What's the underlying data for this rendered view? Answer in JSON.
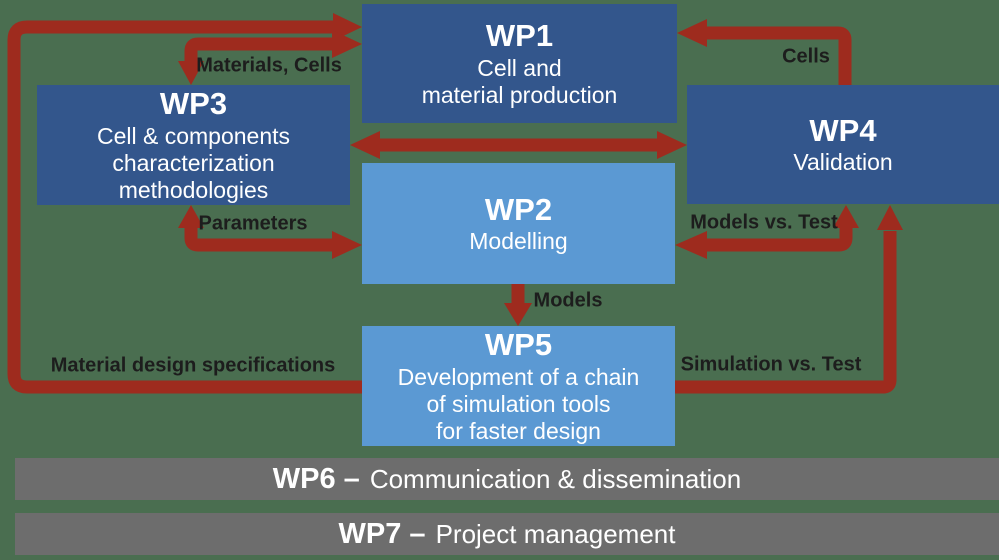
{
  "colors": {
    "background": "#4a6e50",
    "dark_blue": "#33568c",
    "light_blue": "#5b99d3",
    "arrow_red": "#9e2b1e",
    "gray_bar": "#6d6d6d",
    "label_text": "#1d1d1d",
    "box_text": "#ffffff"
  },
  "boxes": {
    "wp1": {
      "title": "WP1",
      "lines": [
        "Cell and",
        "material production"
      ]
    },
    "wp2": {
      "title": "WP2",
      "lines": [
        "Modelling"
      ]
    },
    "wp3": {
      "title": "WP3",
      "lines": [
        "Cell & components",
        "characterization",
        "methodologies"
      ]
    },
    "wp4": {
      "title": "WP4",
      "lines": [
        "Validation"
      ]
    },
    "wp5": {
      "title": "WP5",
      "lines": [
        "Development of a chain",
        "of simulation tools",
        "for faster design"
      ]
    }
  },
  "bars": {
    "wp6": {
      "prefix": "WP6 –",
      "label": "Communication & dissemination"
    },
    "wp7": {
      "prefix": "WP7 –",
      "label": "Project management"
    }
  },
  "arrow_labels": {
    "materials_cells": "Materials, Cells",
    "cells": "Cells",
    "parameters": "Parameters",
    "models_vs_test": "Models vs. Test",
    "models": "Models",
    "material_design_specifications": "Material design specifications",
    "simulation_vs_test": "Simulation vs. Test"
  }
}
